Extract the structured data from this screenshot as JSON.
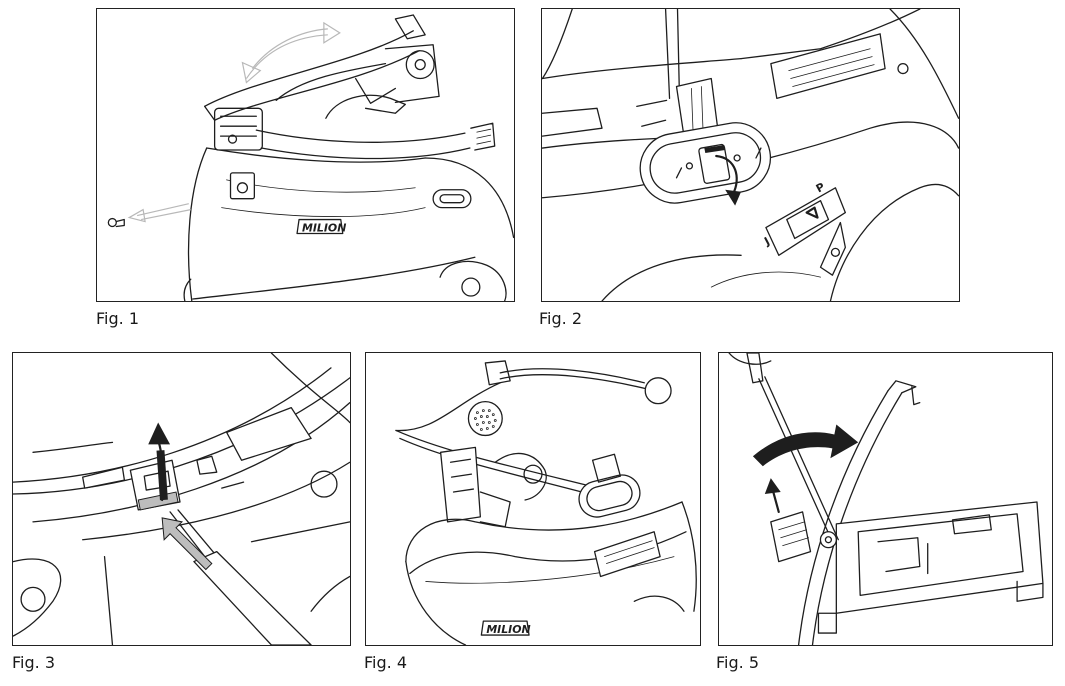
{
  "figures": [
    {
      "id": "fig1",
      "caption": "Fig. 1",
      "logo_text": "MILION"
    },
    {
      "id": "fig2",
      "caption": "Fig. 2",
      "marks": [
        "P",
        "J"
      ]
    },
    {
      "id": "fig3",
      "caption": "Fig. 3"
    },
    {
      "id": "fig4",
      "caption": "Fig. 4",
      "logo_text": "MILION"
    },
    {
      "id": "fig5",
      "caption": "Fig. 5"
    }
  ],
  "colors": {
    "line": "#1e1e1e",
    "motion_arrow": "#b8b8b8",
    "background": "#ffffff"
  }
}
